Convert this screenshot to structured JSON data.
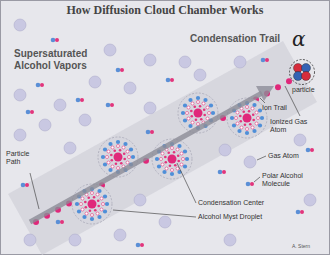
{
  "diagram": {
    "title": "How Diffusion Cloud Chamber Works",
    "labels": [
      "Supersaturated Alcohol Vapors",
      "Condensation Trail",
      "α",
      "particle",
      "Ion Trail",
      "Ionized Gas Atom",
      "Gas Atom",
      "Polar Alcohol Molecule",
      "Condensation Center",
      "Alcohol Myst Droplet",
      "Particle Path",
      "A. Stern"
    ]
  }
}
